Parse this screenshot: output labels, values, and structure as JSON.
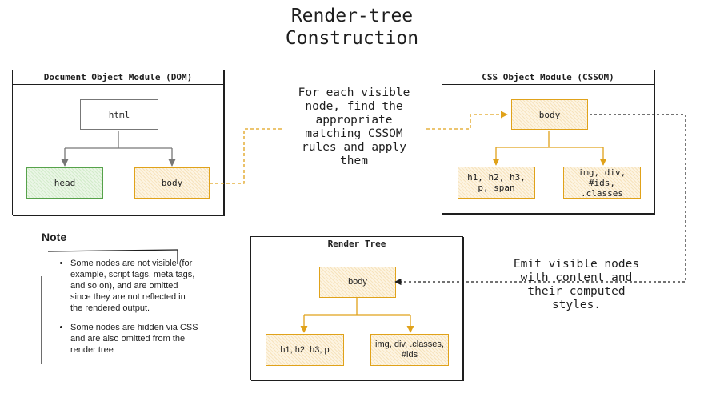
{
  "title": "Render-tree\nConstruction",
  "dom_panel": {
    "title": "Document Object Module (DOM)",
    "html_node": "html",
    "head_node": "head",
    "body_node": "body"
  },
  "cssom_panel": {
    "title": "CSS Object Module (CSSOM)",
    "body_node": "body",
    "text_node": "h1, h2, h3,\np, span",
    "media_node": "img, div,\n#ids,\n.classes"
  },
  "render_panel": {
    "title": "Render Tree",
    "body_node": "body",
    "text_node": "h1, h2, h3, p",
    "media_node": "img, div, .classes,\n#ids"
  },
  "middle_caption": "For each visible\nnode, find the\nappropriate\nmatching CSSOM\nrules and apply\nthem",
  "right_caption": "Emit visible nodes\nwith content and\ntheir computed\nstyles.",
  "note": {
    "heading": "Note",
    "items": [
      "Some nodes are not visible (for example, script tags, meta tags, and so on), and are omitted since they are not reflected in the rendered output.",
      "Some nodes are hidden via CSS and are also omitted from the render tree"
    ]
  },
  "colors": {
    "outline": "#1e1e1e",
    "gray_node": "#777777",
    "green_node": "#56a24a",
    "yellow_node": "#e0a21a"
  }
}
